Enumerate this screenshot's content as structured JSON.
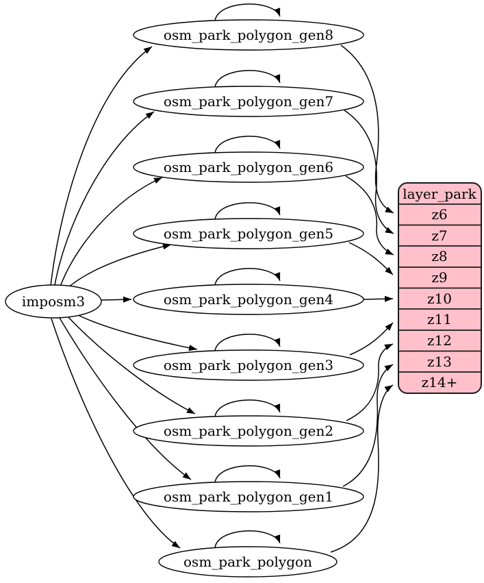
{
  "diagram": {
    "source_node": {
      "label": "imposm3"
    },
    "tables": [
      {
        "label": "osm_park_polygon_gen8",
        "target_zoom": "z6",
        "self_loop": true
      },
      {
        "label": "osm_park_polygon_gen7",
        "target_zoom": "z7",
        "self_loop": true
      },
      {
        "label": "osm_park_polygon_gen6",
        "target_zoom": "z8",
        "self_loop": true
      },
      {
        "label": "osm_park_polygon_gen5",
        "target_zoom": "z9",
        "self_loop": true
      },
      {
        "label": "osm_park_polygon_gen4",
        "target_zoom": "z10",
        "self_loop": true
      },
      {
        "label": "osm_park_polygon_gen3",
        "target_zoom": "z11",
        "self_loop": true
      },
      {
        "label": "osm_park_polygon_gen2",
        "target_zoom": "z12",
        "self_loop": true
      },
      {
        "label": "osm_park_polygon_gen1",
        "target_zoom": "z13",
        "self_loop": true
      },
      {
        "label": "osm_park_polygon",
        "target_zoom": "z14+",
        "self_loop": true
      }
    ],
    "layer_table": {
      "title": "layer_park",
      "rows": [
        "z6",
        "z7",
        "z8",
        "z9",
        "z10",
        "z11",
        "z12",
        "z13",
        "z14+"
      ]
    },
    "edges": [
      {
        "from": "imposm3",
        "to": "osm_park_polygon_gen8"
      },
      {
        "from": "imposm3",
        "to": "osm_park_polygon_gen7"
      },
      {
        "from": "imposm3",
        "to": "osm_park_polygon_gen6"
      },
      {
        "from": "imposm3",
        "to": "osm_park_polygon_gen5"
      },
      {
        "from": "imposm3",
        "to": "osm_park_polygon_gen4"
      },
      {
        "from": "imposm3",
        "to": "osm_park_polygon_gen3"
      },
      {
        "from": "imposm3",
        "to": "osm_park_polygon_gen2"
      },
      {
        "from": "imposm3",
        "to": "osm_park_polygon_gen1"
      },
      {
        "from": "imposm3",
        "to": "osm_park_polygon"
      },
      {
        "from": "osm_park_polygon_gen8",
        "to": "layer_park:z6"
      },
      {
        "from": "osm_park_polygon_gen7",
        "to": "layer_park:z7"
      },
      {
        "from": "osm_park_polygon_gen6",
        "to": "layer_park:z8"
      },
      {
        "from": "osm_park_polygon_gen5",
        "to": "layer_park:z9"
      },
      {
        "from": "osm_park_polygon_gen4",
        "to": "layer_park:z10"
      },
      {
        "from": "osm_park_polygon_gen3",
        "to": "layer_park:z11"
      },
      {
        "from": "osm_park_polygon_gen2",
        "to": "layer_park:z12"
      },
      {
        "from": "osm_park_polygon_gen1",
        "to": "layer_park:z13"
      },
      {
        "from": "osm_park_polygon",
        "to": "layer_park:z14+"
      }
    ],
    "colors": {
      "layer_fill": "#ffc0cb",
      "node_fill": "#ffffff",
      "stroke": "#000000"
    }
  }
}
